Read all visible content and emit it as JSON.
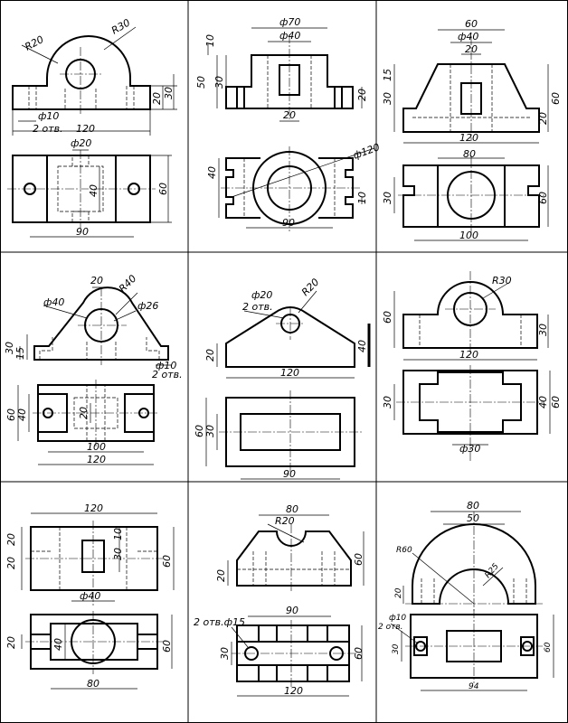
{
  "cells": {
    "c1": {
      "top": {
        "r20": "R20",
        "r30": "R30",
        "d10": "ф10",
        "holes": "2 отв.",
        "w120": "120",
        "h20": "20",
        "h30": "30"
      },
      "bottom": {
        "d20": "ф20",
        "h40": "40",
        "h60": "60",
        "w90": "90"
      }
    },
    "c2": {
      "top": {
        "d70": "ф70",
        "d40": "ф40",
        "v10": "10",
        "v50": "50",
        "v30": "30",
        "v20": "20",
        "w20": "20"
      },
      "bottom": {
        "d120": "ф120",
        "v40": "40",
        "v10": "10",
        "w90": "90"
      }
    },
    "c3": {
      "top": {
        "w60": "60",
        "d40": "ф40",
        "w20": "20",
        "v15": "15",
        "v30": "30",
        "v60": "60",
        "v20": "20",
        "w120": "120"
      },
      "bottom": {
        "w80": "80",
        "v30": "30",
        "v60": "60",
        "w100": "100"
      }
    },
    "c4": {
      "top": {
        "w20": "20",
        "r40": "R40",
        "d40": "ф40",
        "d26": "ф26",
        "v30": "30",
        "v15": "15",
        "d10": "ф10",
        "holes": "2 отв."
      },
      "bottom": {
        "v60": "60",
        "v40": "40",
        "v20": "20",
        "w100": "100",
        "w120": "120"
      }
    },
    "c5": {
      "top": {
        "d20": "ф20",
        "holes": "2 отв.",
        "r20": "R20",
        "v20": "20",
        "v40": "40",
        "w120": "120"
      },
      "bottom": {
        "v60": "60",
        "v30": "30",
        "w90": "90"
      }
    },
    "c6": {
      "top": {
        "r30": "R30",
        "v60": "60",
        "v30": "30",
        "w120": "120"
      },
      "bottom": {
        "v30": "30",
        "v40": "40",
        "v60": "60",
        "d30": "ф30"
      }
    },
    "c7": {
      "top": {
        "w120": "120",
        "v20a": "20",
        "v20b": "20",
        "v10": "10",
        "v30": "30",
        "v60": "60",
        "d40": "ф40"
      },
      "bottom": {
        "v20": "20",
        "v40": "40",
        "v60": "60",
        "w80": "80"
      }
    },
    "c8": {
      "top": {
        "w80": "80",
        "r20": "R20",
        "v60": "60",
        "v20": "20"
      },
      "bottom": {
        "w90": "90",
        "holes": "2 отв.ф15",
        "v30": "30",
        "v60": "60",
        "w120": "120"
      }
    },
    "c9": {
      "top": {
        "w80": "80",
        "w50": "50",
        "r60": "R60",
        "r25": "R25",
        "v20": "20"
      },
      "bottom": {
        "d10": "ф10",
        "holes": "2 отв.",
        "v30": "30",
        "v60": "60",
        "w94": "94"
      }
    }
  }
}
